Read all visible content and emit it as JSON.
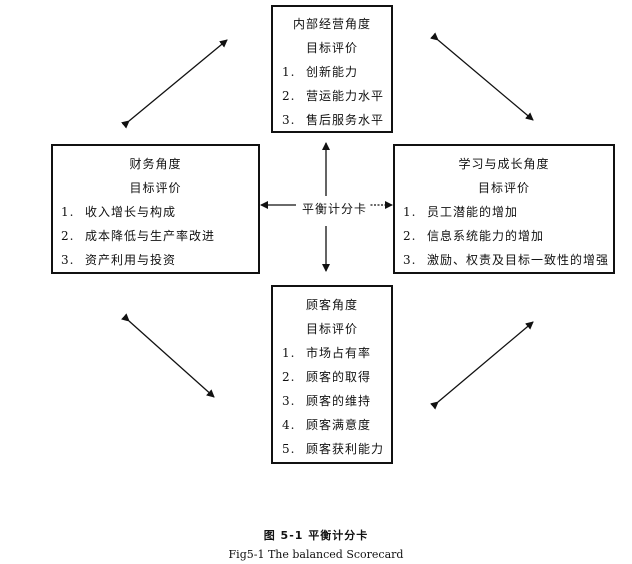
{
  "boxes": {
    "internal": {
      "title": "内部经营角度",
      "subtitle": "目标评价",
      "items": [
        {
          "num": "1.",
          "text": "创新能力"
        },
        {
          "num": "2.",
          "text": "营运能力水平"
        },
        {
          "num": "3.",
          "text": "售后服务水平"
        }
      ]
    },
    "finance": {
      "title": "财务角度",
      "subtitle": "目标评价",
      "items": [
        {
          "num": "1.",
          "text": "收入增长与构成"
        },
        {
          "num": "2.",
          "text": "成本降低与生产率改进"
        },
        {
          "num": "3.",
          "text": "资产利用与投资"
        }
      ]
    },
    "learning": {
      "title": "学习与成长角度",
      "subtitle": "目标评价",
      "items": [
        {
          "num": "1.",
          "text": "员工潜能的增加"
        },
        {
          "num": "2.",
          "text": "信息系统能力的增加"
        },
        {
          "num": "3.",
          "text": "激励、权责及目标一致性的增强"
        }
      ]
    },
    "customer": {
      "title": "顾客角度",
      "subtitle": "目标评价",
      "items": [
        {
          "num": "1.",
          "text": "市场占有率"
        },
        {
          "num": "2.",
          "text": "顾客的取得"
        },
        {
          "num": "3.",
          "text": "顾客的维持"
        },
        {
          "num": "4.",
          "text": "顾客满意度"
        },
        {
          "num": "5.",
          "text": "顾客获利能力"
        }
      ]
    }
  },
  "center_label": "平衡计分卡",
  "caption": {
    "chinese": "图 5-1 平衡计分卡",
    "english": "Fig5-1 The balanced Scorecard"
  }
}
